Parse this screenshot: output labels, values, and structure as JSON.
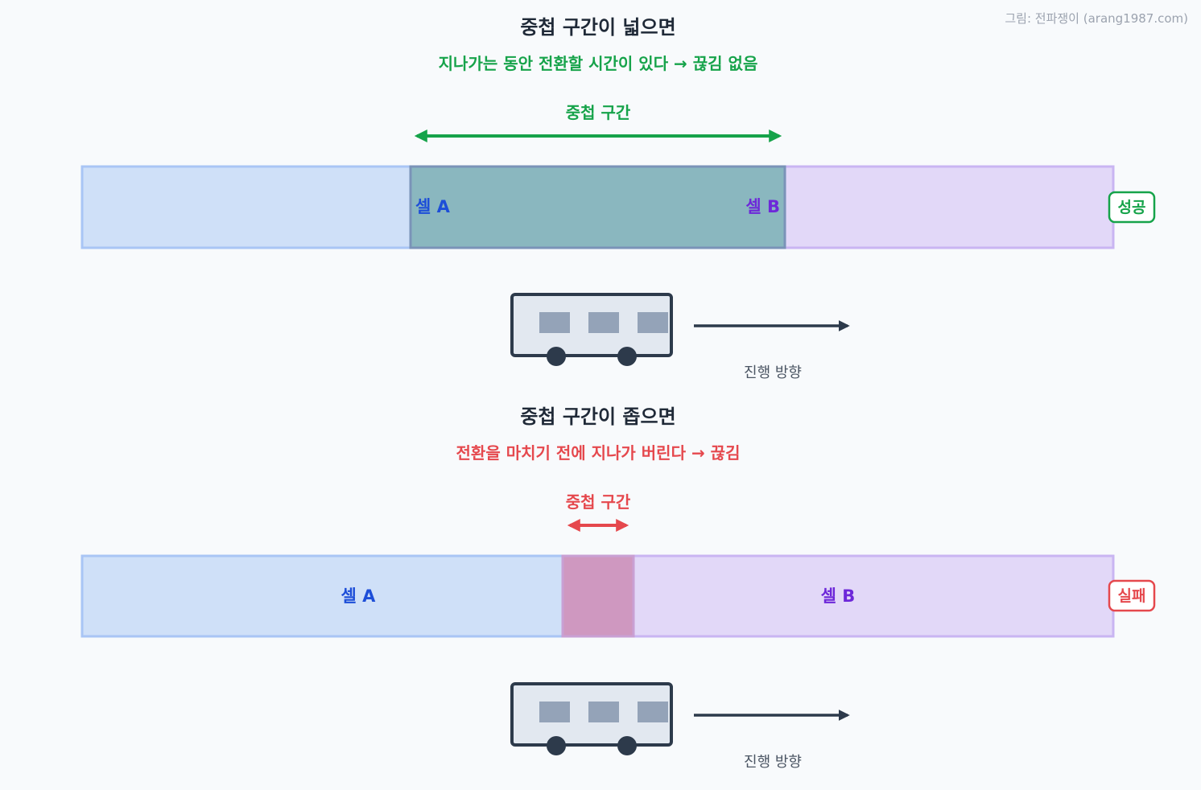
{
  "credit": "그림: 전파쟁이 (arang1987.com)",
  "colors": {
    "success": "#16a34a",
    "failure": "#e5484d",
    "cell_a_fill": "#cfe0f8",
    "cell_a_stroke": "#a9c5f5",
    "cell_a_text": "#1d4ed8",
    "cell_b_fill": "#e2d8f8",
    "cell_b_stroke": "#c9b5f2",
    "cell_b_text": "#6d28d9",
    "overlap_wide_fill": "#8ab7bf",
    "overlap_narrow_fill": "#cf98c0",
    "bus_body": "#e2e8f0",
    "bus_stroke": "#2d3a4b",
    "bus_window": "#94a3b8"
  },
  "wide": {
    "title": "중첩 구간이 넓으면",
    "subtitle": "지나가는 동안 전환할 시간이 있다 → 끊김 없음",
    "overlap_label": "중첩 구간",
    "cell_a_label": "셀 A",
    "cell_b_label": "셀 B",
    "badge": "성공",
    "direction_label": "진행 방향",
    "bus_icon": "bus-icon",
    "arrow_icon": "arrow-right-icon"
  },
  "narrow": {
    "title": "중첩 구간이 좁으면",
    "subtitle": "전환을 마치기 전에 지나가 버린다 → 끊김",
    "overlap_label": "중첩 구간",
    "cell_a_label": "셀 A",
    "cell_b_label": "셀 B",
    "badge": "실패",
    "direction_label": "진행 방향",
    "bus_icon": "bus-icon",
    "arrow_icon": "arrow-right-icon"
  }
}
